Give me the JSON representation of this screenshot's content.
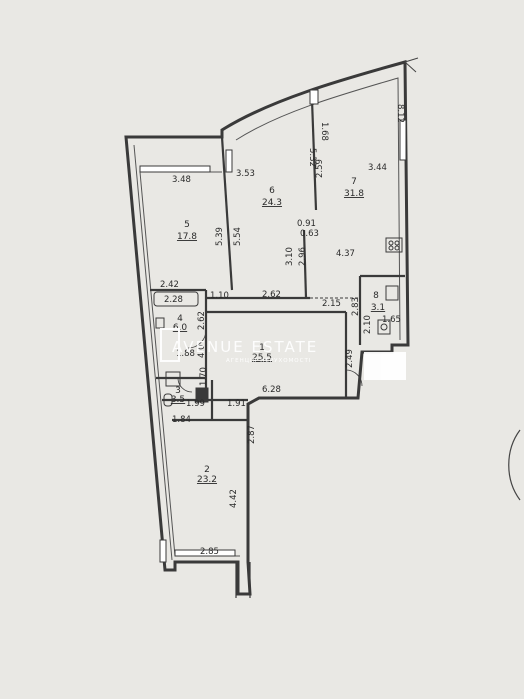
{
  "rooms": [
    {
      "no": "1",
      "area": "25.5"
    },
    {
      "no": "2",
      "area": "23.2"
    },
    {
      "no": "3",
      "area": "3.5"
    },
    {
      "no": "4",
      "area": "6.0"
    },
    {
      "no": "5",
      "area": "17.8"
    },
    {
      "no": "6",
      "area": "24.3"
    },
    {
      "no": "7",
      "area": "31.8"
    },
    {
      "no": "8",
      "area": "3.1"
    }
  ],
  "dimensions": {
    "r5_width": "3.48",
    "r5_height": "5.39",
    "r5_bottom": "2.42",
    "r6_width": "3.53",
    "r6_height": "5.54",
    "r6_bottom": "1.10",
    "r7_top_small": "1.68",
    "r7_top": "5.32",
    "r7_width": "3.44",
    "r7_right": "8.12",
    "r7_mid": "2.59",
    "r7_depth": "4.37",
    "r7_lower_a": "3.10",
    "r7_lower_b": "2.96",
    "door_a": "0.91",
    "door_b": "0.63",
    "corr_top": "2.62",
    "r4_width": "2.28",
    "r4_side": "2.62",
    "r4_lower": "1.88",
    "r4_h": "4.0",
    "r8_width": "2.15",
    "r8_h_a": "2.83",
    "r8_h_b": "2.10",
    "r8_w_b": "1.65",
    "hall_side": "2.49",
    "hall_bottom": "6.28",
    "r3_w": "1.99",
    "r3_w2": "1.91",
    "r3_side": "1.84",
    "r3_small": "1.70",
    "r2_side": "2.87",
    "r2_depth": "4.42",
    "r2_bottom": "2.85"
  },
  "watermark": {
    "title": "AVENUE ESTATE",
    "subtitle": "АГЕНЦІЯ НЕРУХОМОСТІ",
    "logo": "square-logo-icon"
  },
  "colors": {
    "paper": "#e9e8e4",
    "wall": "#3a3a3a",
    "watermark": "#ffffff"
  }
}
